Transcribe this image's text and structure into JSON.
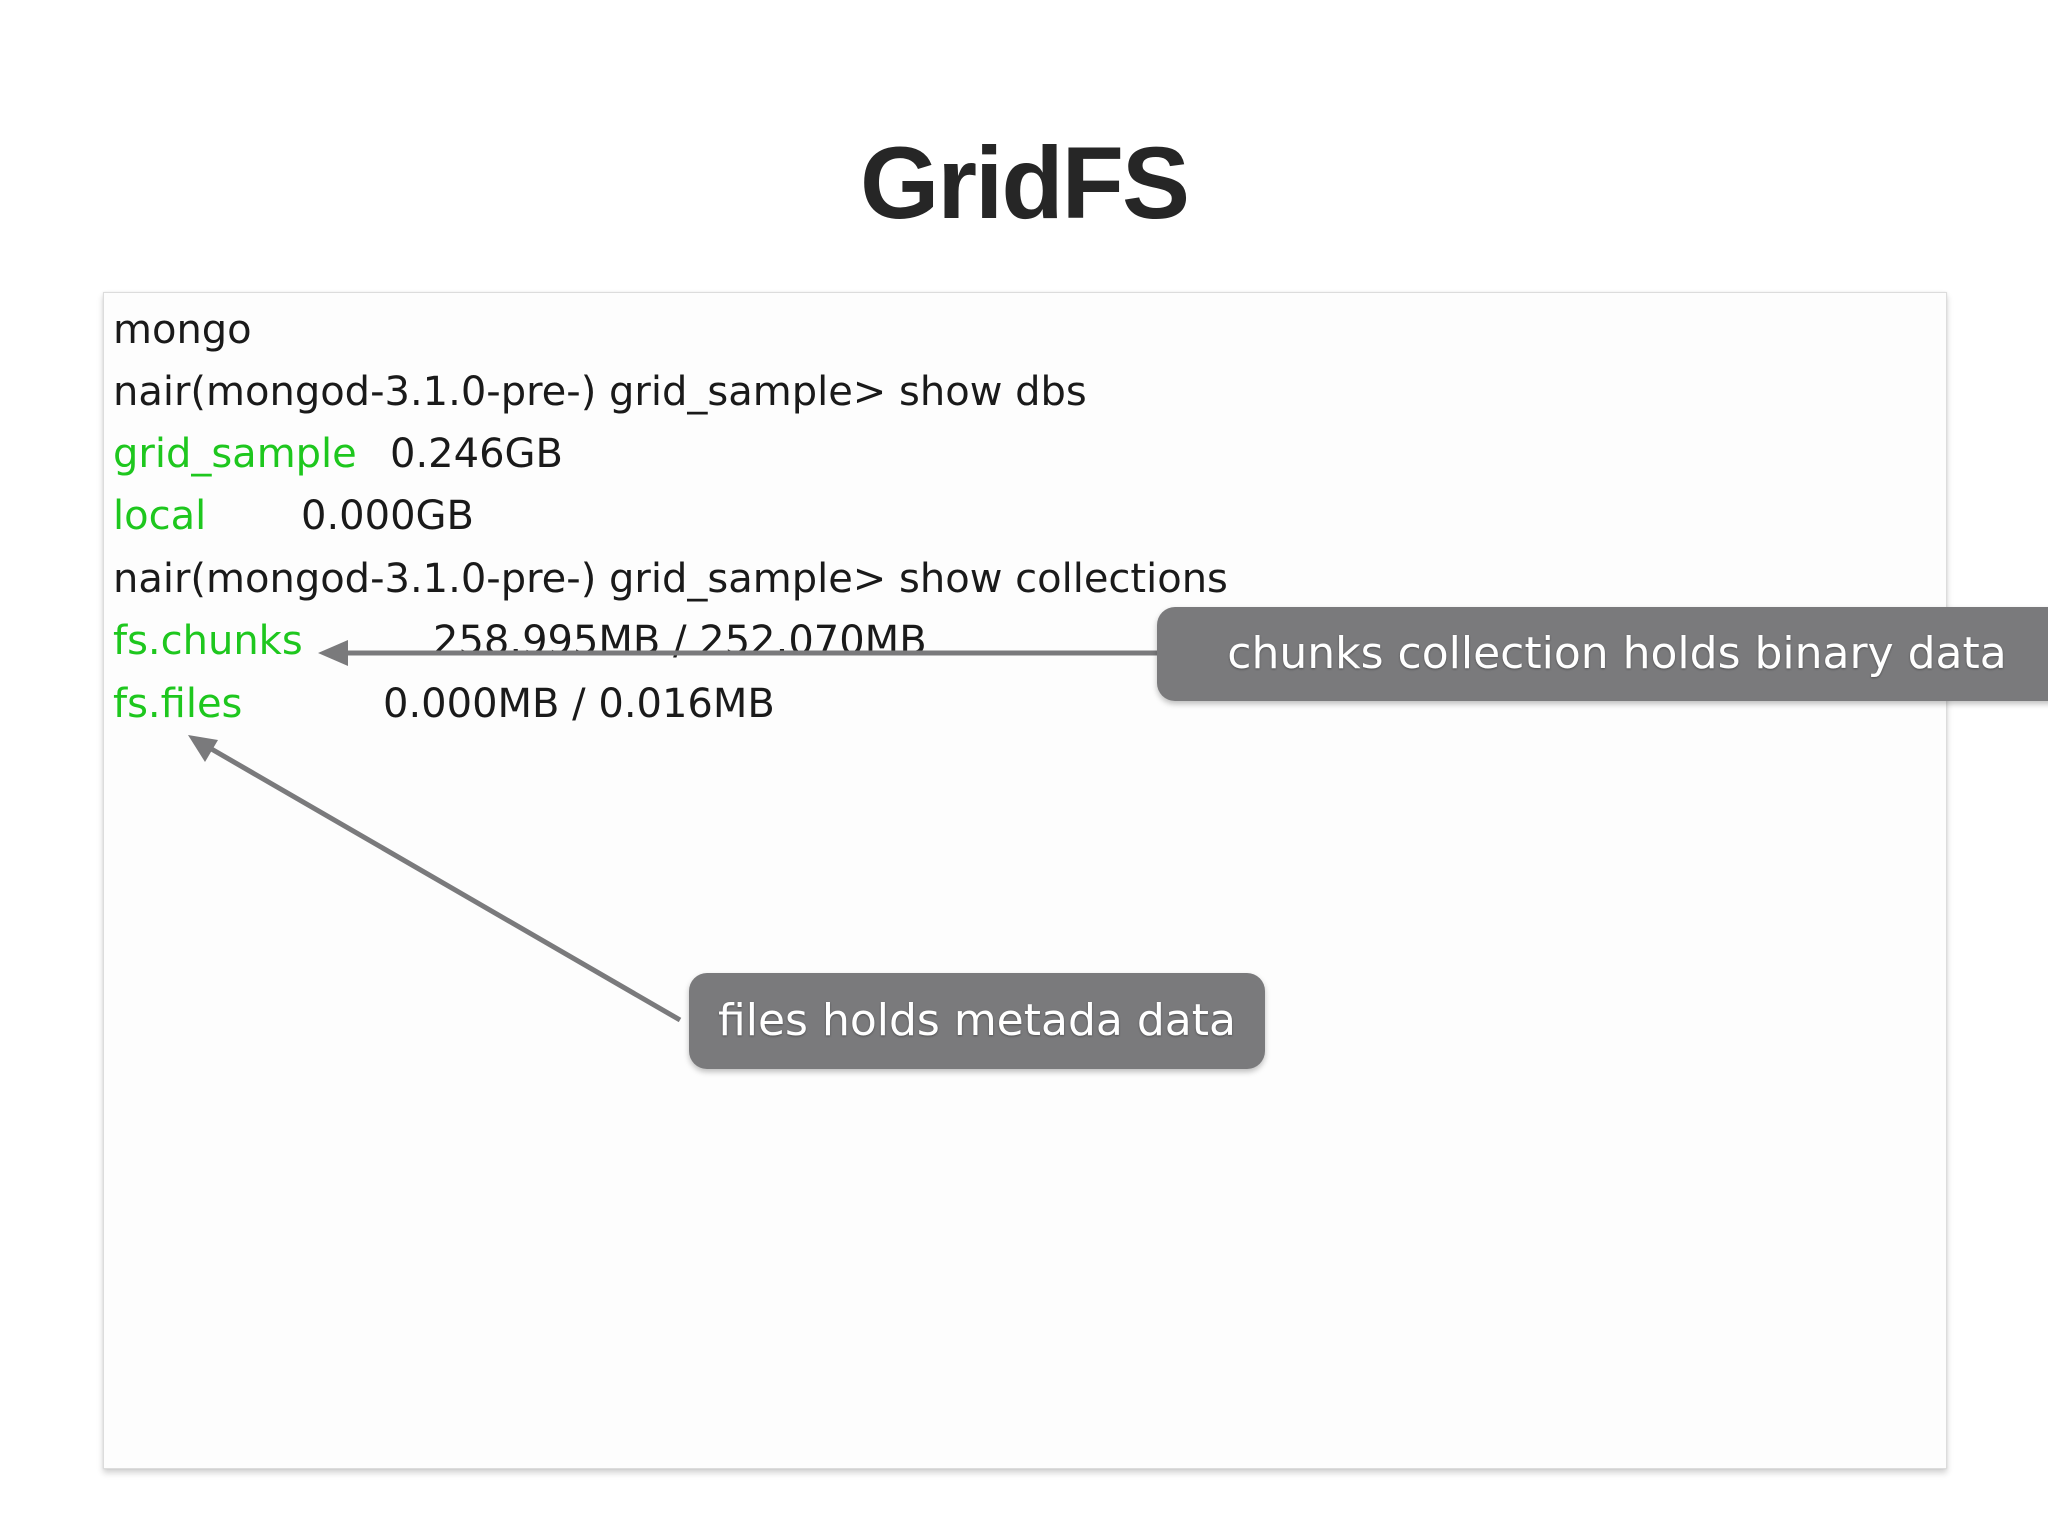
{
  "slide": {
    "title": "GridFS"
  },
  "terminal": {
    "lines": [
      {
        "text": "mongo"
      },
      {
        "text": "nair(mongod-3.1.0-pre-) grid_sample> show dbs"
      },
      {
        "name": "grid_sample",
        "value": "0.246GB"
      },
      {
        "name": "local",
        "value": "0.000GB"
      },
      {
        "text": "nair(mongod-3.1.0-pre-) grid_sample> show collections"
      },
      {
        "name": "fs.chunks",
        "value": "258.995MB / 252.070MB"
      },
      {
        "name": "fs.files",
        "value": "0.000MB / 0.016MB"
      }
    ]
  },
  "callouts": {
    "chunks": "chunks collection holds binary data",
    "files": "files holds metada data"
  },
  "colors": {
    "collection_name": "#1ec71e",
    "callout_bg": "#7a7a7c",
    "arrow": "#7a7a7c"
  }
}
